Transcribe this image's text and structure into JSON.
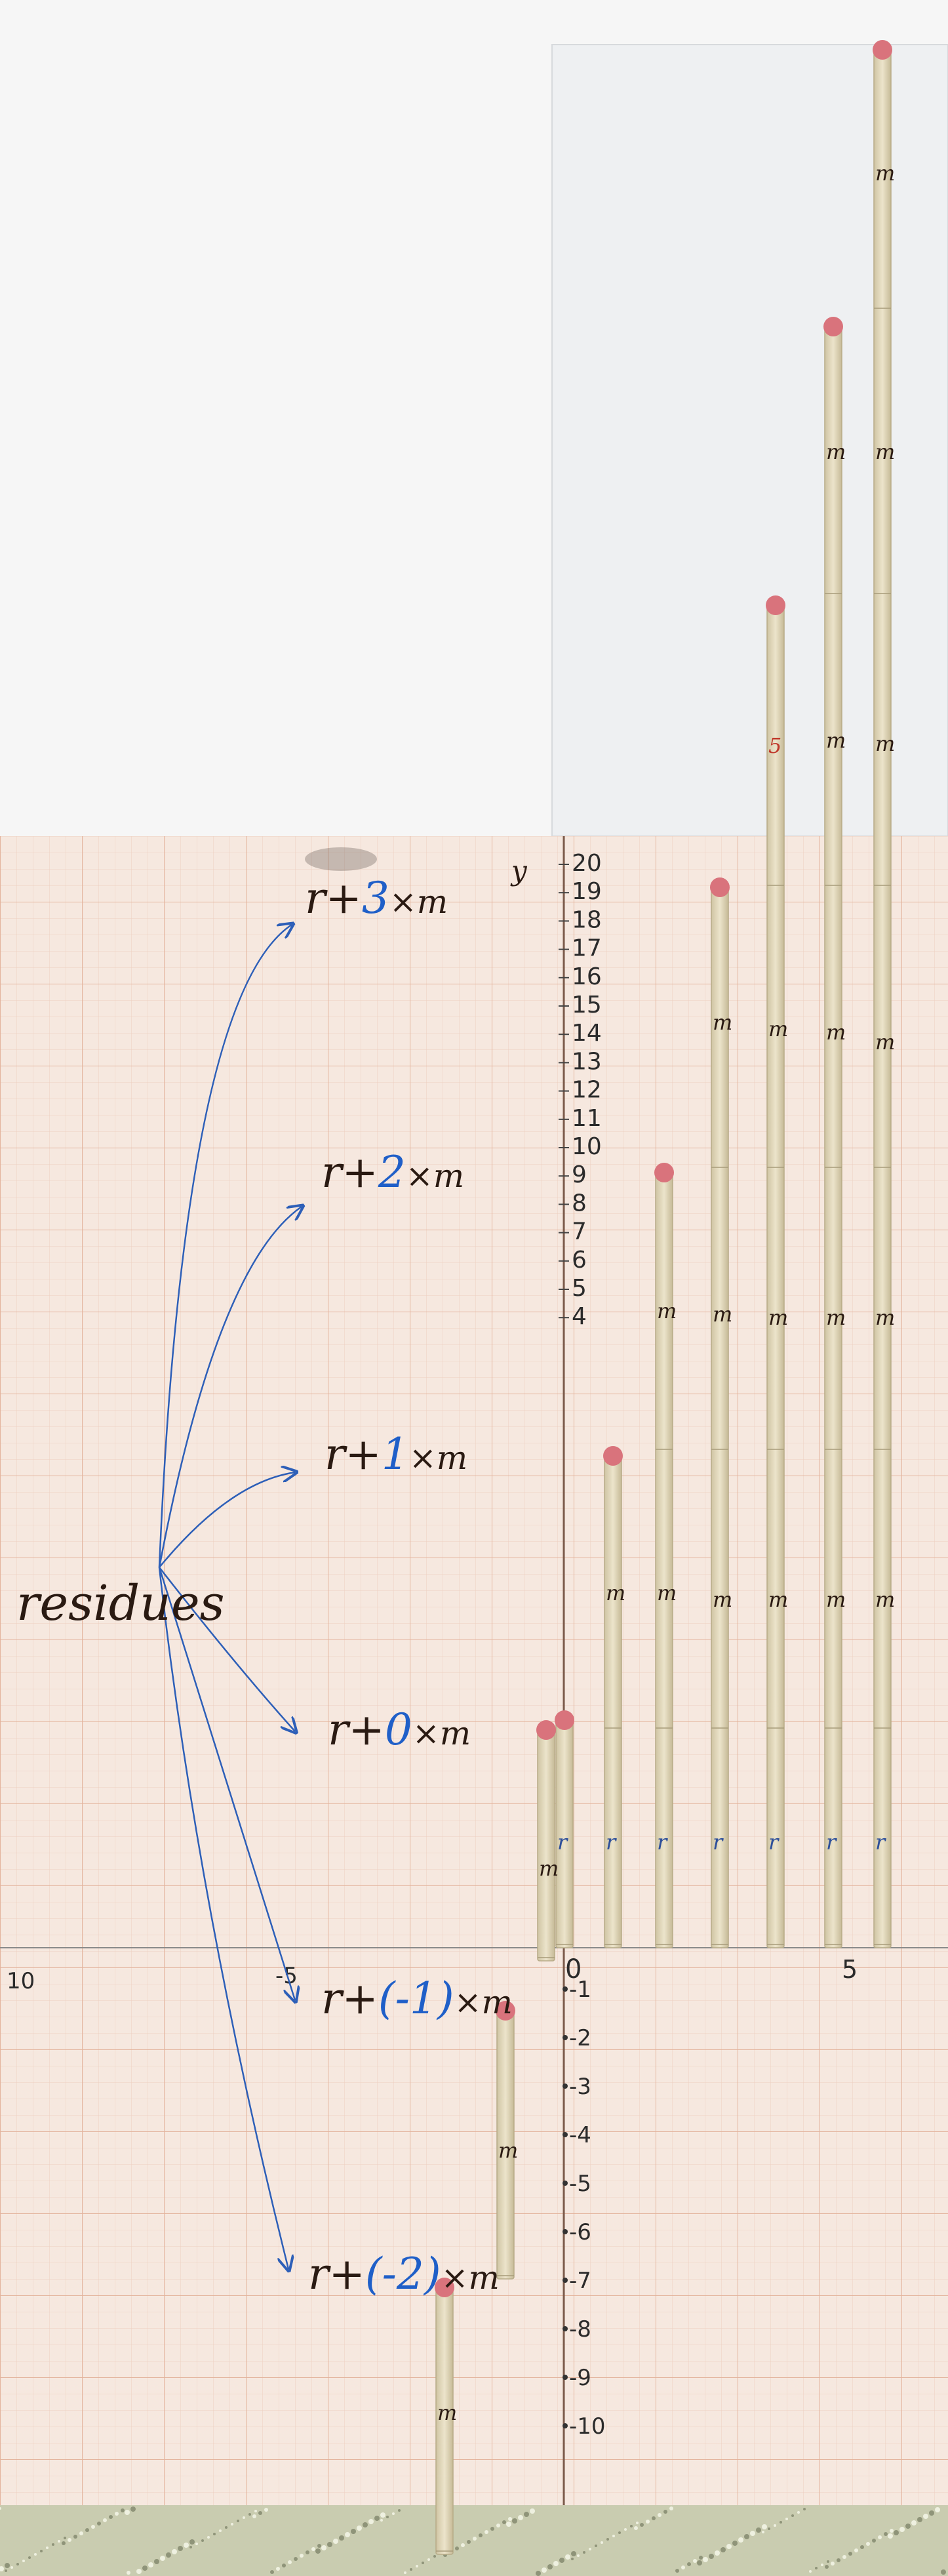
{
  "labels": {
    "residues": "residues",
    "y_axis": "y",
    "origin": "0",
    "x_left_far": "10",
    "x_left": "-5",
    "x_right": "5"
  },
  "expressions": [
    {
      "prefix": "r+",
      "coef": "3",
      "suffix": "×m"
    },
    {
      "prefix": "r+",
      "coef": "2",
      "suffix": "×m"
    },
    {
      "prefix": "r+",
      "coef": "1",
      "suffix": "×m"
    },
    {
      "prefix": "r+",
      "coef": "0",
      "suffix": "×m"
    },
    {
      "prefix": "r+",
      "coef": "(-1)",
      "suffix": "×m"
    },
    {
      "prefix": "r+",
      "coef": "(-2)",
      "suffix": "×m"
    }
  ],
  "y_ticks": [
    "20",
    "19",
    "18",
    "17",
    "16",
    "15",
    "14",
    "13",
    "12",
    "11",
    "10",
    "9",
    "8",
    "7",
    "6",
    "5",
    "4"
  ],
  "y_ticks_neg": [
    "-1",
    "-2",
    "-3",
    "-4",
    "-5",
    "-6",
    "-7",
    "-8",
    "-9",
    "-10"
  ],
  "stick_letters": {
    "r": "r",
    "m": "m",
    "five": "5"
  },
  "colors": {
    "paper_grid": "#f4e6dc",
    "grid_line": "#e8bfa9",
    "stick": "#e5dcc0",
    "match_head": "#d9737c",
    "arrow_blue": "#2d5fb8"
  }
}
